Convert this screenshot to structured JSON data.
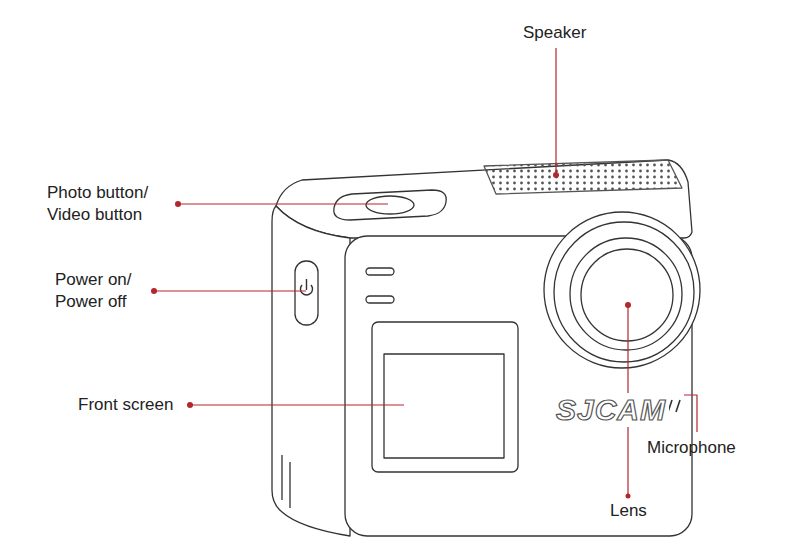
{
  "diagram": {
    "labels": [
      "Speaker",
      "Photo button/ Video button",
      "Power on/ Power off",
      "Front screen",
      "SJCAM",
      "Microphone",
      "Lens"
    ]
  }
}
